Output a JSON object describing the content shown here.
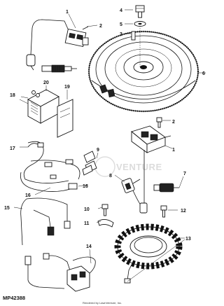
{
  "diagram": {
    "code": "MP42388",
    "footer": "Rendered by LawnVenture, Inc.",
    "watermark": "VENTURE",
    "callouts": {
      "c1a": "1",
      "c1b": "1",
      "c2a": "2",
      "c2b": "2",
      "c3": "3",
      "c4": "4",
      "c5": "5",
      "c6": "6",
      "c7": "7",
      "c8": "8",
      "c9": "9",
      "c10": "10",
      "c11": "11",
      "c12": "12",
      "c13": "13",
      "c14": "14",
      "c15": "15",
      "c16a": "16",
      "c16b": "16",
      "c17": "17",
      "c18": "18",
      "c19": "19",
      "c20": "20"
    }
  }
}
